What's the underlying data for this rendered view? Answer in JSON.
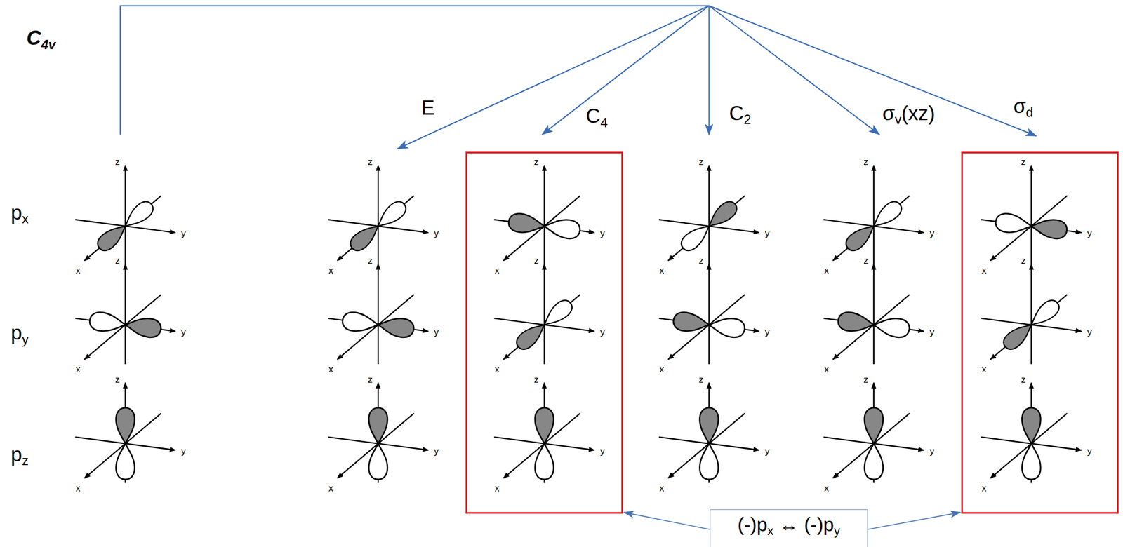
{
  "diagram": {
    "nodes": [
      {
        "text": [
          "z",
          "y",
          "x",
          "z",
          "y",
          "x",
          "z",
          "y",
          "x"
        ]
      },
      {
        "text": [
          "z",
          "y",
          "x",
          "z",
          "y",
          "x",
          "z",
          "y",
          "x"
        ]
      },
      {
        "text": [
          "(-)p",
          "x",
          "↔",
          "(-)p",
          "y"
        ]
      }
    ],
    "edges": [
      {
        "from": 2,
        "to": 0,
        "arrow": "to"
      },
      {
        "from": 2,
        "to": 1,
        "arrow": "to"
      }
    ],
    "labels": [
      "C",
      "4v",
      "p",
      "x",
      "p",
      "y",
      "p",
      "z",
      "E",
      "C",
      "4",
      "C",
      "2",
      "σ",
      "v",
      "(xz)",
      "σ",
      "d",
      "z",
      "y",
      "x",
      "z",
      "y",
      "x",
      "z",
      "y",
      "x",
      "z",
      "y",
      "x",
      "z",
      "y",
      "x",
      "z",
      "y",
      "x",
      "z",
      "y",
      "x",
      "z",
      "y",
      "x",
      "z",
      "y",
      "x",
      "z",
      "y",
      "x",
      "z",
      "y",
      "x",
      "z",
      "y",
      "x"
    ]
  }
}
